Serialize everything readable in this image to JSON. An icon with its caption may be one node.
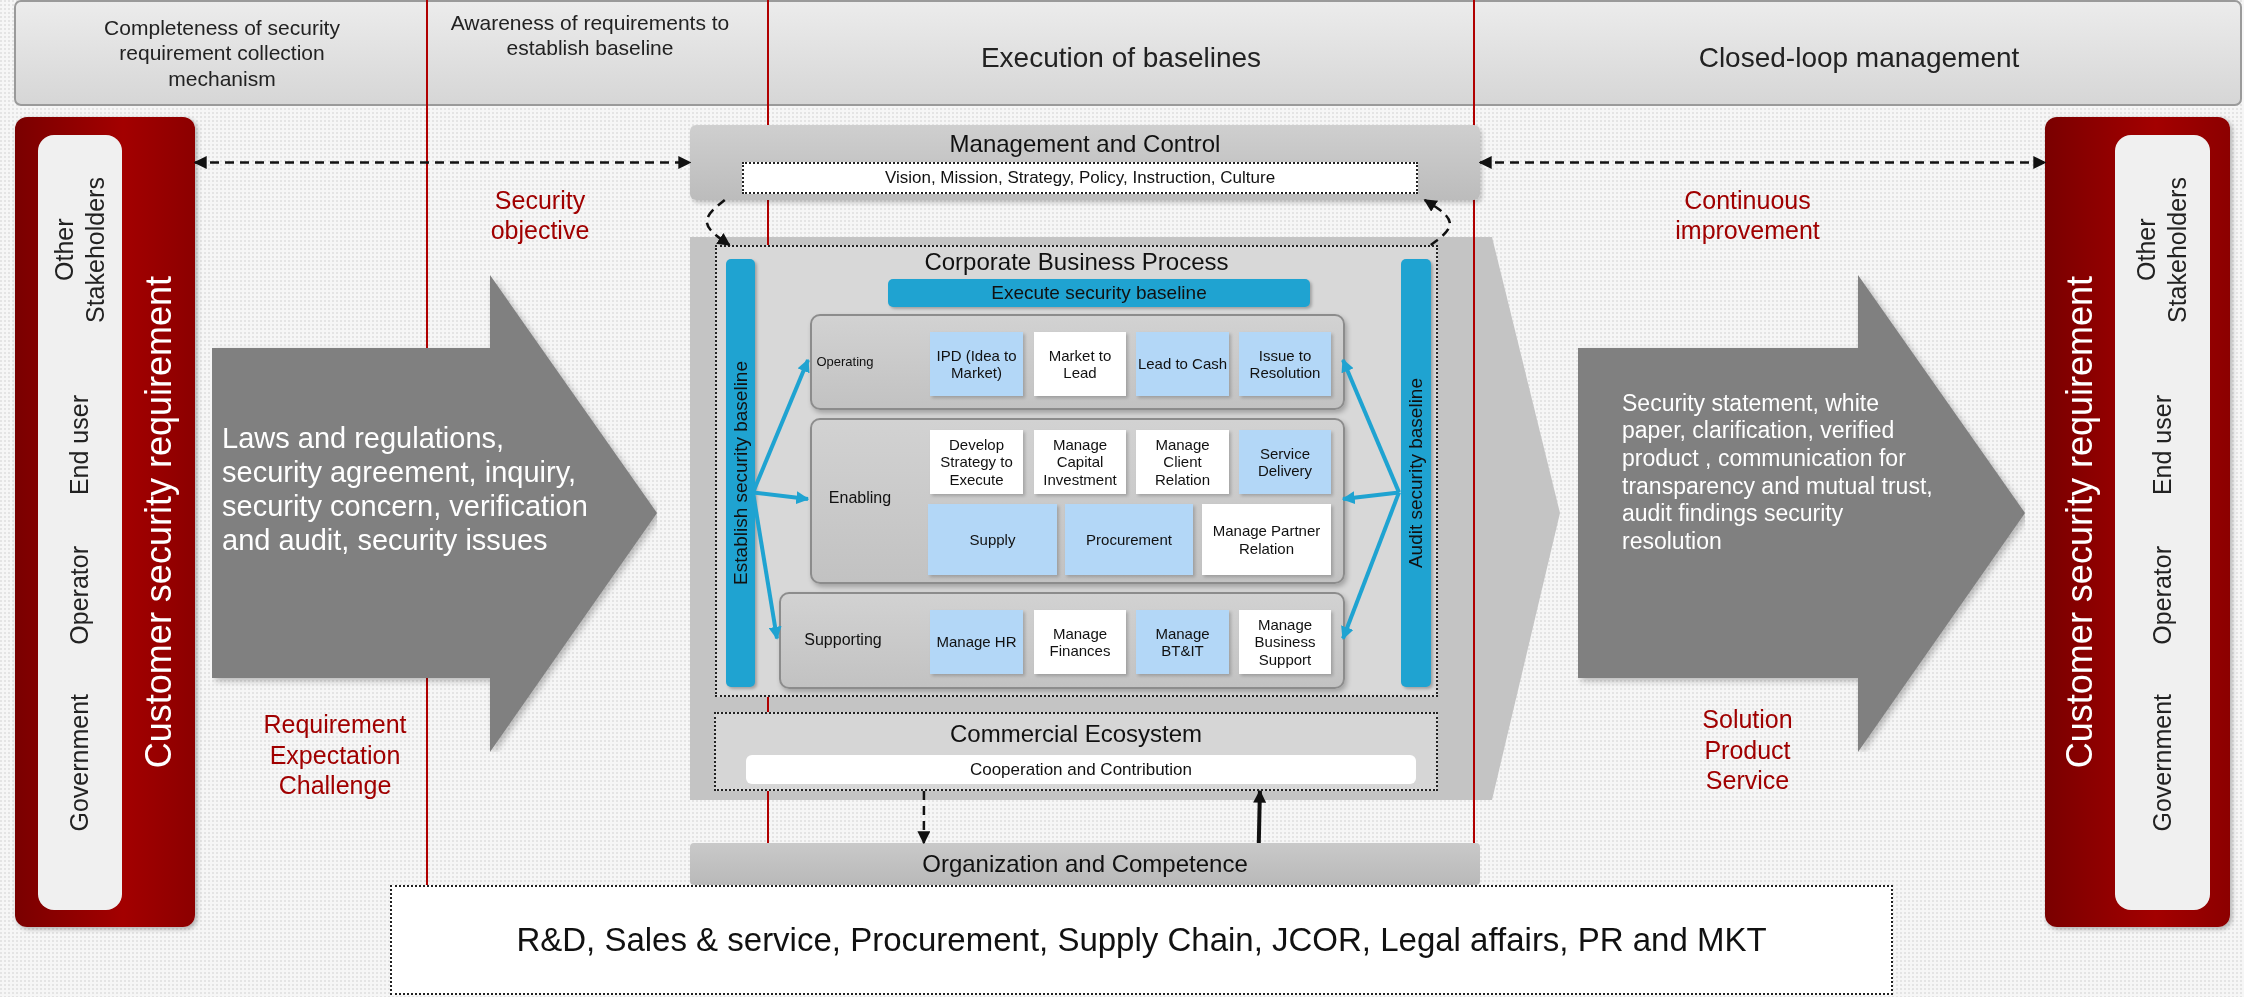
{
  "diagram": {
    "nodes": [
      {
        "text": [
          "Customer security requirement"
        ]
      },
      {
        "text": [
          "Other Stakeholders",
          "End user",
          "Operator",
          "Government"
        ],
        "in": 0
      },
      {
        "text": [
          "Laws and regulations, security agreement, inquiry, security concern, verification and audit, security issues"
        ]
      },
      {
        "text": [
          "Management and Control"
        ]
      },
      {
        "text": [
          "Vision, Mission, Strategy, Policy, Instruction, Culture"
        ],
        "in": 3
      },
      {
        "text": [
          "Corporate Business Process"
        ]
      },
      {
        "text": [
          "Establish security baseline"
        ],
        "in": 5
      },
      {
        "text": [
          "Execute security baseline"
        ],
        "in": 5
      },
      {
        "text": [
          "Operating"
        ],
        "in": 5
      },
      {
        "text": [
          "IPD (Idea to Market)"
        ],
        "in": 8
      },
      {
        "text": [
          "Market to Lead"
        ],
        "in": 8
      },
      {
        "text": [
          "Lead to Cash"
        ],
        "in": 8
      },
      {
        "text": [
          "Issue to Resolution"
        ],
        "in": 8
      },
      {
        "text": [
          "Enabling"
        ],
        "in": 5
      },
      {
        "text": [
          "Develop Strategy to Execute"
        ],
        "in": 13
      },
      {
        "text": [
          "Manage Capital Investment"
        ],
        "in": 13
      },
      {
        "text": [
          "Manage Client Relation"
        ],
        "in": 13
      },
      {
        "text": [
          "Service Delivery"
        ],
        "in": 13
      },
      {
        "text": [
          "Supply"
        ],
        "in": 13
      },
      {
        "text": [
          "Procurement"
        ],
        "in": 13
      },
      {
        "text": [
          "Manage Partner Relation"
        ],
        "in": 13
      },
      {
        "text": [
          "Supporting"
        ],
        "in": 5
      },
      {
        "text": [
          "Manage HR"
        ],
        "in": 21
      },
      {
        "text": [
          "Manage Finances"
        ],
        "in": 21
      },
      {
        "text": [
          "Manage BT&IT"
        ],
        "in": 21
      },
      {
        "text": [
          "Manage Business Support"
        ],
        "in": 21
      },
      {
        "text": [
          "Audit security baseline"
        ],
        "in": 5
      },
      {
        "text": [
          "Commercial Ecosystem"
        ]
      },
      {
        "text": [
          "Cooperation and Contribution"
        ],
        "in": 27
      },
      {
        "text": [
          "Organization and Competence"
        ]
      },
      {
        "text": [
          "R&D, Sales & service, Procurement, Supply Chain, JCOR, Legal affairs, PR and MKT"
        ]
      },
      {
        "text": [
          "Security statement, white paper, clarification, verified product , communication for transparency and mutual trust, audit findings security resolution"
        ]
      },
      {
        "text": [
          "Customer security requirement"
        ]
      },
      {
        "text": [
          "Other Stakeholders",
          "End user",
          "Operator",
          "Government"
        ],
        "in": 32
      }
    ],
    "edges": [
      {
        "from": 0,
        "to": 3,
        "arrow": "both",
        "style": "dashed"
      },
      {
        "from": 3,
        "to": 32,
        "arrow": "both",
        "style": "dashed"
      },
      {
        "from": 3,
        "to": 5,
        "arrow": "to",
        "style": "dashed"
      },
      {
        "from": 5,
        "to": 3,
        "arrow": "to",
        "style": "dashed"
      },
      {
        "from": 6,
        "to": 8,
        "arrow": "to",
        "color": "#1fa3d1"
      },
      {
        "from": 6,
        "to": 13,
        "arrow": "to",
        "color": "#1fa3d1"
      },
      {
        "from": 6,
        "to": 21,
        "arrow": "to",
        "color": "#1fa3d1"
      },
      {
        "from": 26,
        "to": 8,
        "arrow": "to",
        "color": "#1fa3d1"
      },
      {
        "from": 26,
        "to": 13,
        "arrow": "to",
        "color": "#1fa3d1"
      },
      {
        "from": 26,
        "to": 21,
        "arrow": "to",
        "color": "#1fa3d1"
      },
      {
        "from": 27,
        "to": 29,
        "arrow": "to",
        "style": "dashed"
      },
      {
        "from": 29,
        "to": 27,
        "arrow": "to"
      }
    ],
    "labels": [
      "Completeness of security requirement collection mechanism",
      "Awareness of requirements to establish baseline",
      "Execution of baselines",
      "Closed-loop management",
      "Security objective",
      "Continuous improvement",
      "Requirement Expectation Challenge",
      "Solution Product Service"
    ]
  }
}
